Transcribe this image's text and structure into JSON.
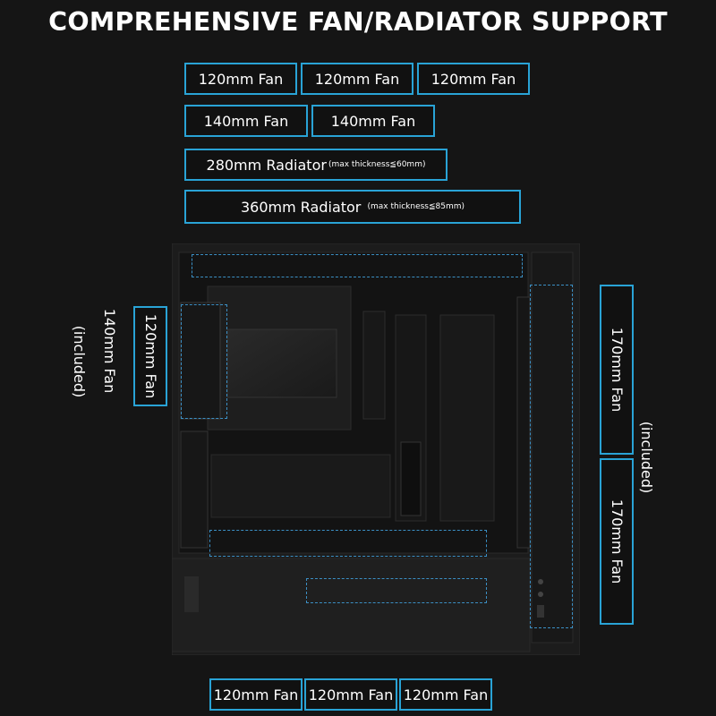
{
  "title": "COMPREHENSIVE FAN/RADIATOR SUPPORT",
  "top": {
    "row1": [
      "120mm Fan",
      "120mm Fan",
      "120mm Fan"
    ],
    "row2": [
      "140mm Fan",
      "140mm Fan"
    ],
    "radiator280": {
      "label": "280mm Radiator",
      "note": "(max thickness≦60mm)"
    },
    "radiator360": {
      "label": "360mm Radiator",
      "note": "(max thickness≦85mm)"
    }
  },
  "rear": {
    "fan140": "140mm Fan",
    "fan140_note": "(included)",
    "fan120": "120mm Fan"
  },
  "front": {
    "fan1": "170mm Fan",
    "fan2": "170mm Fan",
    "note": "(included)"
  },
  "bottom": [
    "120mm Fan",
    "120mm Fan",
    "120mm Fan"
  ],
  "colors": {
    "accent": "#29a3d6",
    "background": "#151515"
  }
}
